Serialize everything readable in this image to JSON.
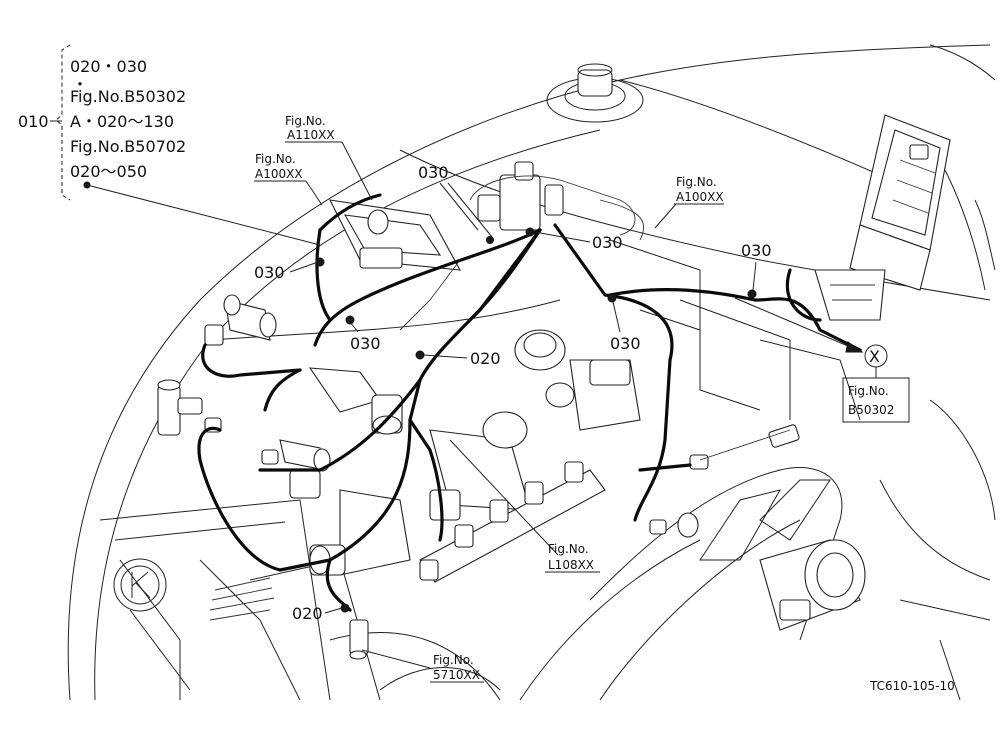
{
  "index": {
    "main_no": "010",
    "lines": [
      "020・030",
      "・",
      "Fig.No.B50302",
      "A・020〜130",
      "Fig.No.B50702",
      "020〜050"
    ]
  },
  "callouts": [
    {
      "id": "c030_left",
      "text": "030"
    },
    {
      "id": "c030_top",
      "text": "030"
    },
    {
      "id": "c030_mid_right",
      "text": "030"
    },
    {
      "id": "c030_center",
      "text": "030"
    },
    {
      "id": "c030_right_a",
      "text": "030"
    },
    {
      "id": "c030_right_b",
      "text": "030"
    },
    {
      "id": "c020_center",
      "text": "020"
    },
    {
      "id": "c020_bottom",
      "text": "020"
    }
  ],
  "fig_refs": [
    {
      "id": "ref_a110",
      "line1": "Fig.No.",
      "line2": "A110XX"
    },
    {
      "id": "ref_a100_left",
      "line1": "Fig.No.",
      "line2": "A100XX"
    },
    {
      "id": "ref_a100_right",
      "line1": "Fig.No.",
      "line2": "A100XX"
    },
    {
      "id": "ref_b50302",
      "line1": "Fig.No.",
      "line2": "B50302"
    },
    {
      "id": "ref_l108",
      "line1": "Fig.No.",
      "line2": "L108XX"
    },
    {
      "id": "ref_5710",
      "line1": "Fig.No.",
      "line2": "5710XX"
    }
  ],
  "connector_marker": "X",
  "drawing_code": "TC610-105-10"
}
